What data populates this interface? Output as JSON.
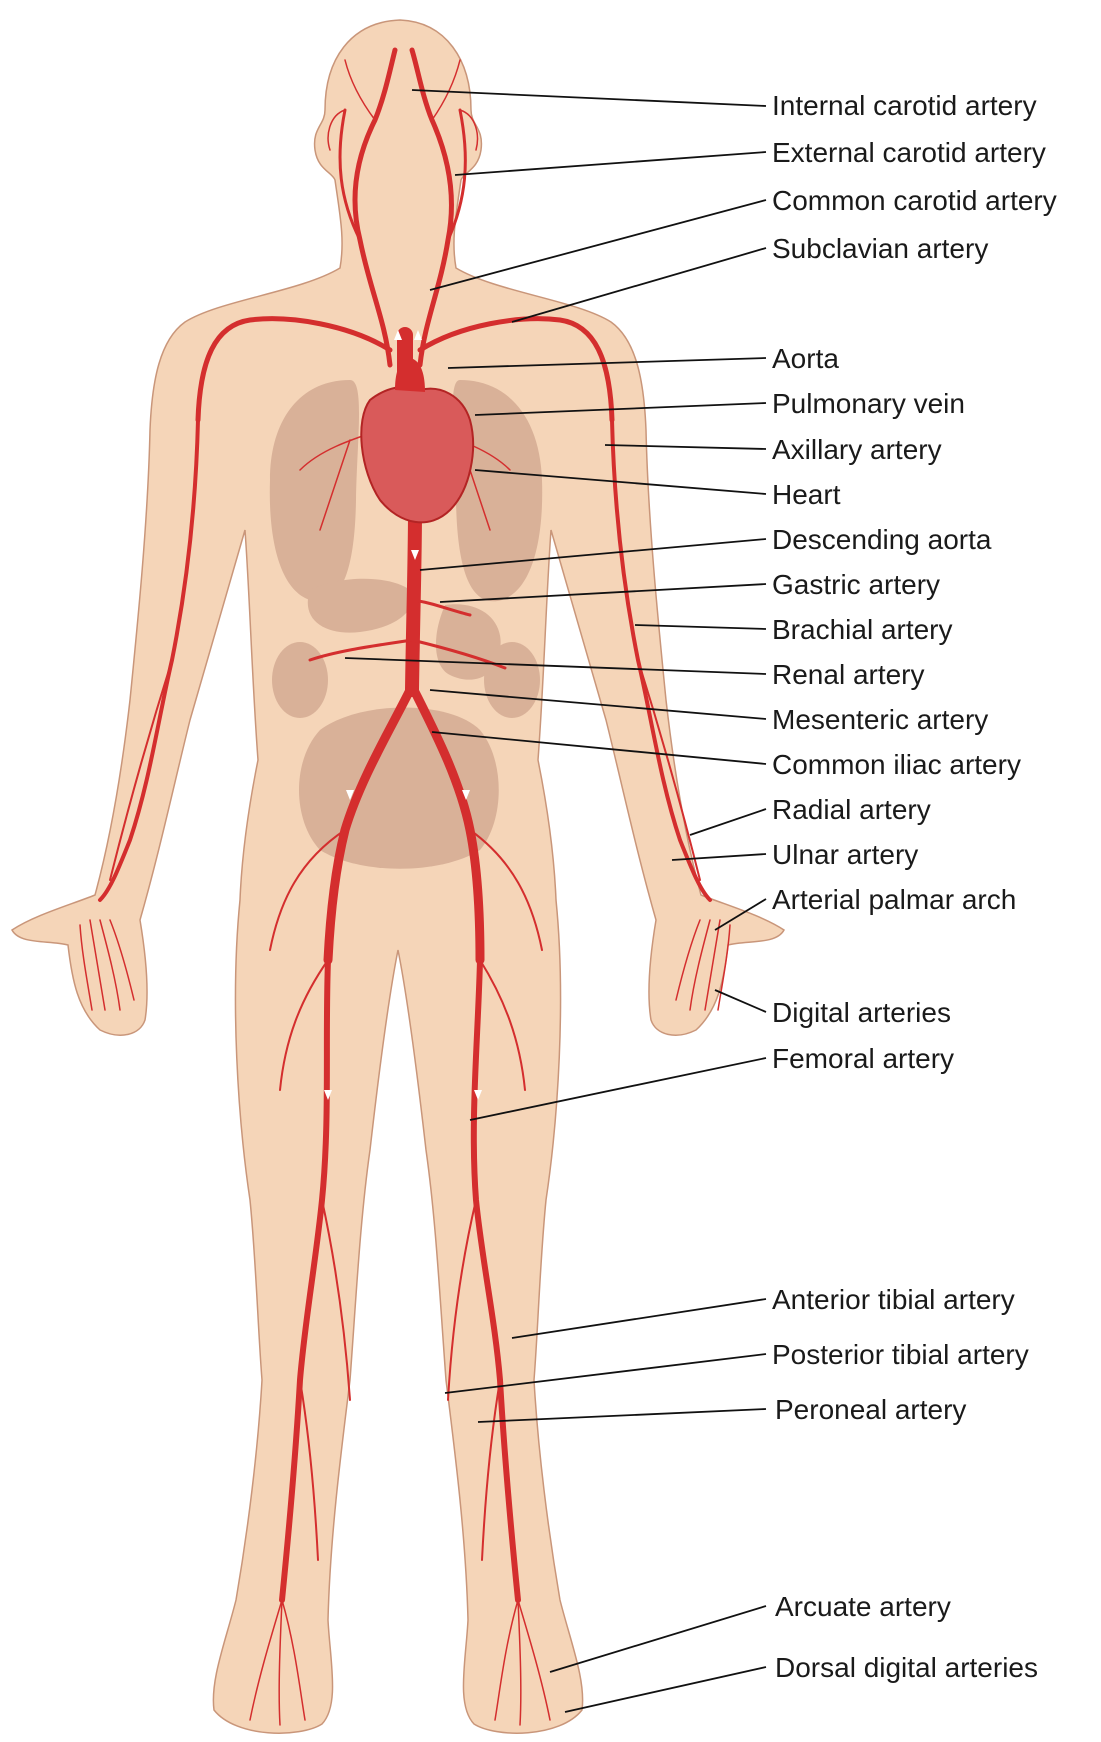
{
  "colors": {
    "skin": "#f5d5b8",
    "skin_outline": "#c9967a",
    "organ": "#d9b198",
    "artery": "#d42e2e",
    "heart": "#d95a5a",
    "label_text": "#1a1a1a",
    "background": "#ffffff"
  },
  "labels": [
    {
      "id": "internal-carotid-artery",
      "text": "Internal carotid artery"
    },
    {
      "id": "external-carotid-artery",
      "text": "External carotid artery"
    },
    {
      "id": "common-carotid-artery",
      "text": "Common carotid artery"
    },
    {
      "id": "subclavian-artery",
      "text": "Subclavian artery"
    },
    {
      "id": "aorta",
      "text": "Aorta"
    },
    {
      "id": "pulmonary-vein",
      "text": "Pulmonary vein"
    },
    {
      "id": "axillary-artery",
      "text": "Axillary artery"
    },
    {
      "id": "heart",
      "text": "Heart"
    },
    {
      "id": "descending-aorta",
      "text": "Descending aorta"
    },
    {
      "id": "gastric-artery",
      "text": "Gastric artery"
    },
    {
      "id": "brachial-artery",
      "text": "Brachial artery"
    },
    {
      "id": "renal-artery",
      "text": "Renal artery"
    },
    {
      "id": "mesenteric-artery",
      "text": "Mesenteric artery"
    },
    {
      "id": "common-iliac-artery",
      "text": "Common iliac artery"
    },
    {
      "id": "radial-artery",
      "text": "Radial artery"
    },
    {
      "id": "ulnar-artery",
      "text": "Ulnar artery"
    },
    {
      "id": "arterial-palmar-arch",
      "text": "Arterial palmar arch"
    },
    {
      "id": "digital-arteries",
      "text": "Digital arteries"
    },
    {
      "id": "femoral-artery",
      "text": "Femoral artery"
    },
    {
      "id": "anterior-tibial-artery",
      "text": "Anterior tibial artery"
    },
    {
      "id": "posterior-tibial-artery",
      "text": "Posterior tibial artery"
    },
    {
      "id": "peroneal-artery",
      "text": "Peroneal artery"
    },
    {
      "id": "arcuate-artery",
      "text": "Arcuate artery"
    },
    {
      "id": "dorsal-digital-arteries",
      "text": "Dorsal digital arteries"
    }
  ]
}
